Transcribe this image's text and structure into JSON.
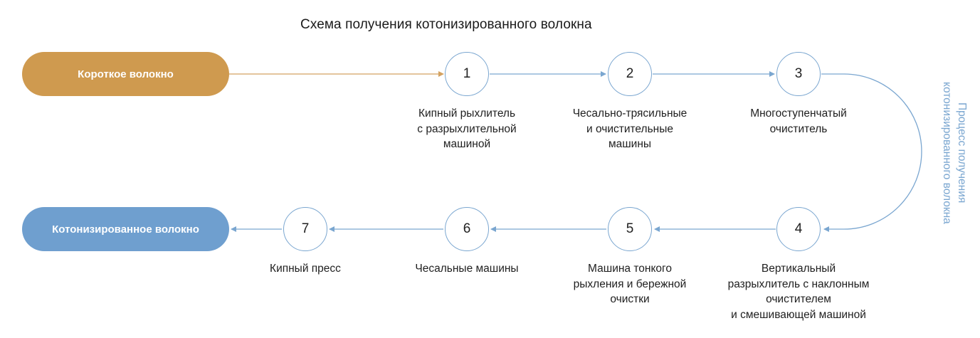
{
  "title": "Схема получения котонизированного волокна",
  "start": {
    "label": "Короткое волокно"
  },
  "end": {
    "label": "Котонизированное волокно"
  },
  "process_label": [
    "Процесс получения",
    "котонизированного волокна"
  ],
  "steps": [
    {
      "number": "1",
      "label": [
        "Кипный рыхлитель",
        "с разрыхлительной",
        "машиной"
      ]
    },
    {
      "number": "2",
      "label": [
        "Чесально-трясильные",
        "и очистительные",
        "машины"
      ]
    },
    {
      "number": "3",
      "label": [
        "Многоступенчатый",
        "очиститель"
      ]
    },
    {
      "number": "4",
      "label": [
        "Вертикальный",
        "разрыхлитель с наклонным",
        "очистителем",
        "и смешивающей машиной"
      ]
    },
    {
      "number": "5",
      "label": [
        "Машина тонкого",
        "рыхления и бережной",
        "очистки"
      ]
    },
    {
      "number": "6",
      "label": [
        "Чесальные машины"
      ]
    },
    {
      "number": "7",
      "label": [
        "Кипный пресс"
      ]
    }
  ],
  "colors": {
    "start_pill": "#cf9a4f",
    "end_pill": "#6f9fcf",
    "start_arrow": "#d4a260",
    "flow_line": "#7aa6d0"
  }
}
